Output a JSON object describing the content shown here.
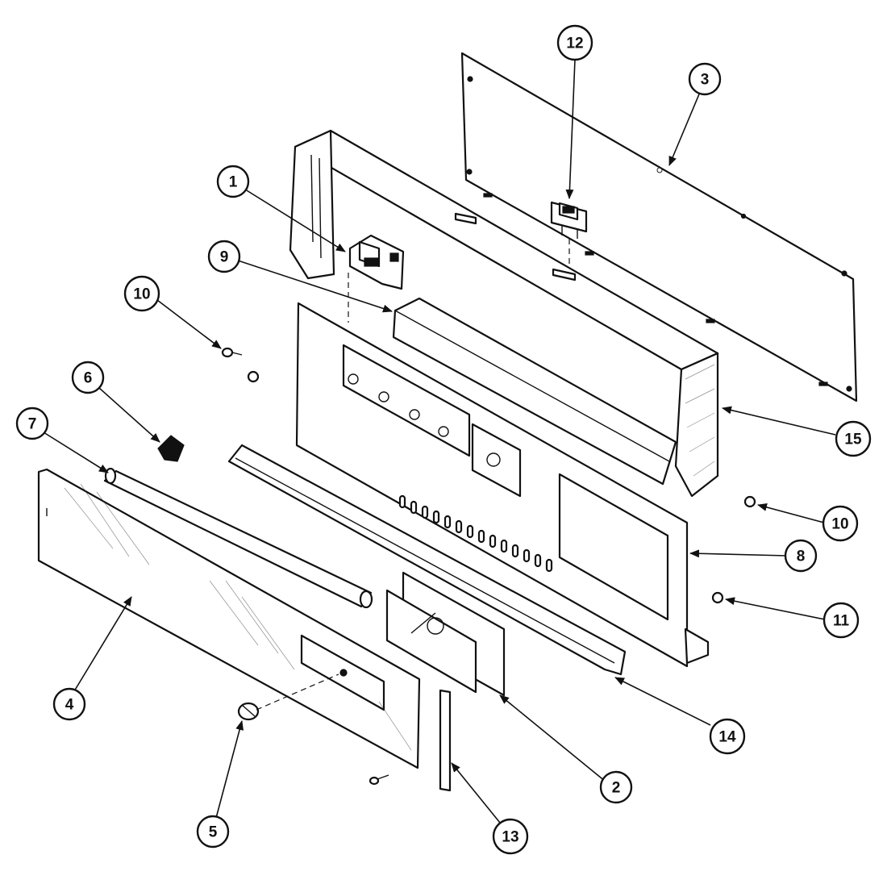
{
  "diagram": {
    "callouts": [
      {
        "id": "c1",
        "label": "1"
      },
      {
        "id": "c2",
        "label": "2"
      },
      {
        "id": "c3",
        "label": "3"
      },
      {
        "id": "c4",
        "label": "4"
      },
      {
        "id": "c5",
        "label": "5"
      },
      {
        "id": "c6",
        "label": "6"
      },
      {
        "id": "c7",
        "label": "7"
      },
      {
        "id": "c8",
        "label": "8"
      },
      {
        "id": "c9",
        "label": "9"
      },
      {
        "id": "c10a",
        "label": "10"
      },
      {
        "id": "c10b",
        "label": "10"
      },
      {
        "id": "c11",
        "label": "11"
      },
      {
        "id": "c12",
        "label": "12"
      },
      {
        "id": "c13",
        "label": "13"
      },
      {
        "id": "c14",
        "label": "14"
      },
      {
        "id": "c15",
        "label": "15"
      }
    ]
  },
  "colors": {
    "line": "#111111",
    "background": "#ffffff"
  }
}
